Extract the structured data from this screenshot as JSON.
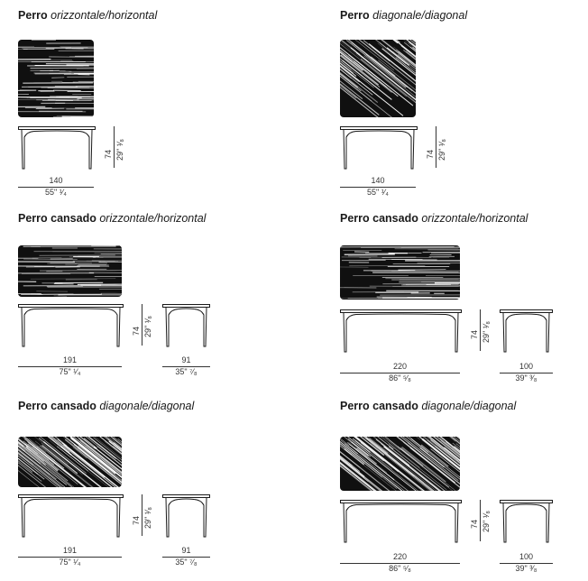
{
  "colors": {
    "swatch_bg": "#101010",
    "stripe": "#ffffff",
    "line": "#1a1a1a"
  },
  "blocks": [
    {
      "model": "Perro",
      "pattern": "orizzontale/horizontal",
      "stripe": "horizontal",
      "length_cm": "140",
      "length_in": "55\" ¹⁄₄",
      "height_cm": "74",
      "height_in": "29\" ¹⁄₈",
      "width_cm": "",
      "width_in": ""
    },
    {
      "model": "Perro",
      "pattern": "diagonale/diagonal",
      "stripe": "diagonal",
      "length_cm": "140",
      "length_in": "55\" ¹⁄₄",
      "height_cm": "74",
      "height_in": "29\" ¹⁄₈",
      "width_cm": "",
      "width_in": ""
    },
    {
      "model": "Perro cansado",
      "pattern": "orizzontale/horizontal",
      "stripe": "horizontal",
      "length_cm": "191",
      "length_in": "75\" ¹⁄₄",
      "height_cm": "74",
      "height_in": "29\" ¹⁄₈",
      "width_cm": "91",
      "width_in": "35\" ⁷⁄₈"
    },
    {
      "model": "Perro cansado",
      "pattern": "orizzontale/horizontal",
      "stripe": "horizontal",
      "length_cm": "220",
      "length_in": "86\" ⁵⁄₈",
      "height_cm": "74",
      "height_in": "29\" ¹⁄₈",
      "width_cm": "100",
      "width_in": "39\" ³⁄₈"
    },
    {
      "model": "Perro cansado",
      "pattern": "diagonale/diagonal",
      "stripe": "diagonal",
      "length_cm": "191",
      "length_in": "75\" ¹⁄₄",
      "height_cm": "74",
      "height_in": "29\" ¹⁄₈",
      "width_cm": "91",
      "width_in": "35\" ⁷⁄₈"
    },
    {
      "model": "Perro cansado",
      "pattern": "diagonale/diagonal",
      "stripe": "diagonal",
      "length_cm": "220",
      "length_in": "86\" ⁵⁄₈",
      "height_cm": "74",
      "height_in": "29\" ¹⁄₈",
      "width_cm": "100",
      "width_in": "39\" ³⁄₈"
    }
  ]
}
